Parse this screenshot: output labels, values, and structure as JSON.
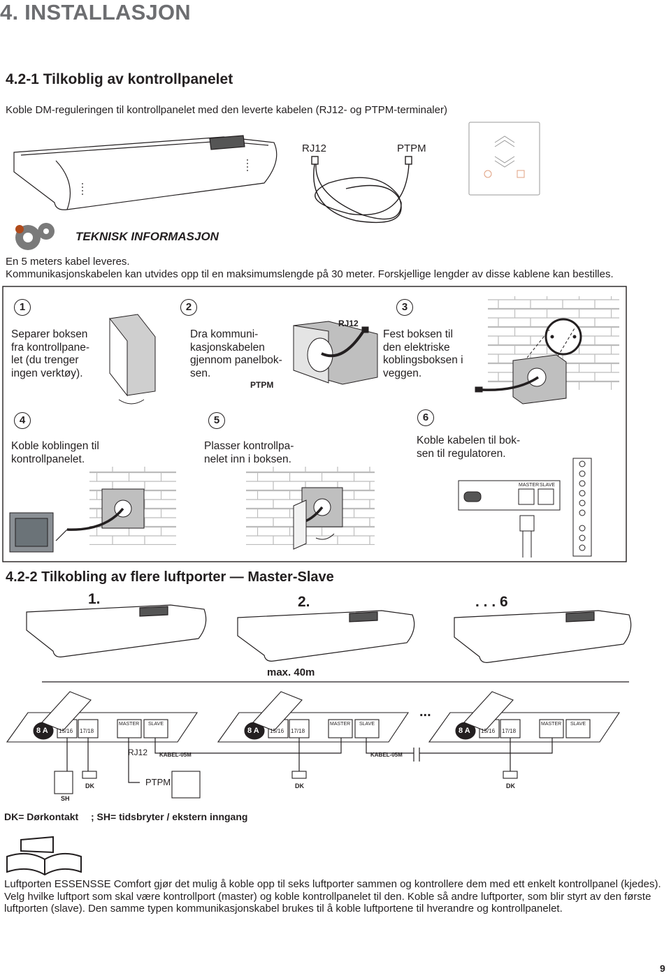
{
  "section_title": "4. INSTALLASJON",
  "subsection_1": "4.2-1 Tilkoblig av kontrollpanelet",
  "intro": "Koble DM-reguleringen til kontrollpanelet med den leverte kabelen (RJ12- og PTPM-terminaler)",
  "cable_labels": {
    "rj12": "RJ12",
    "ptpm": "PTPM"
  },
  "tech_info": {
    "title": "TEKNISK INFORMASJON",
    "lines": [
      "En 5 meters kabel leveres.",
      "Kommunikasjonskabelen kan utvides opp til en maksimumslengde på 30 meter. Forskjellige lengder av disse kablene kan bestilles."
    ]
  },
  "steps": [
    {
      "num": "1",
      "text": [
        "Separer boksen",
        "fra kontrollpane-",
        "let (du trenger",
        "ingen verktøy)."
      ]
    },
    {
      "num": "2",
      "text": [
        "Dra kommuni-",
        "kasjonskabelen",
        "gjennom panelbok-",
        "sen."
      ]
    },
    {
      "num": "3",
      "text": [
        "Fest boksen til",
        "den elektriske",
        "koblingsboksen i",
        "veggen."
      ]
    },
    {
      "num": "4",
      "text": [
        "Koble koblingen til",
        "kontrollpanelet."
      ]
    },
    {
      "num": "5",
      "text": [
        "Plasser kontrollpa-",
        "nelet inn i boksen."
      ]
    },
    {
      "num": "6",
      "text": [
        "Koble kabelen til bok-",
        "sen til regulatoren."
      ]
    }
  ],
  "step_labels": {
    "rj12": "RJ12",
    "ptpm": "PTPM",
    "master": "MASTER",
    "slave": "SLAVE"
  },
  "subsection_2": "4.2-2 Tilkobling av flere luftporter — Master-Slave",
  "unit_numbers": [
    "1.",
    "2.",
    ". . . 6"
  ],
  "max_distance": "max. 40m",
  "wiring": {
    "fuse": "8 A",
    "terminals": [
      "15/16",
      "17/18"
    ],
    "master": "MASTER",
    "slave": "SLAVE",
    "rj12": "RJ12",
    "ptpm": "PTPM",
    "cable": "KABEL-05M",
    "dk": "DK",
    "sh": "SH",
    "dots": "..."
  },
  "legend": {
    "dk": "DK= Dørkontakt",
    "sh": "; SH= tidsbryter / ekstern inngang"
  },
  "footer": "Luftporten ESSENSSE Comfort gjør det mulig å koble opp til seks luftporter sammen og kontrollere dem med ett enkelt kontrollpanel (kjedes). Velg hvilke luftport som skal være kontrollport (master) og koble kontrollpanelet til den. Koble så andre luftporter, som blir styrt av den første luftporten (slave). Den samme typen kommunikasjonskabel brukes til å koble luftportene til hverandre og kontrollpanelet.",
  "page_number": "9"
}
